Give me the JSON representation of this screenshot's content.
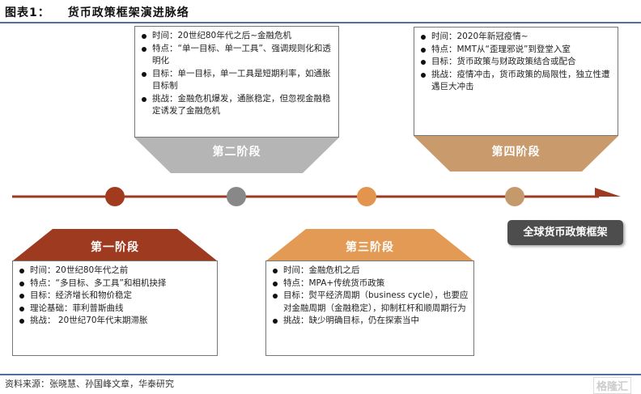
{
  "title": {
    "label": "图表1：",
    "text": "货币政策框架演进脉络"
  },
  "stages": [
    {
      "name": "第一阶段",
      "color": "#9e3a1f",
      "items": [
        "时间：20世纪80年代之前",
        "特点：“多目标、多工具”和相机抉择",
        "目标：经济增长和物价稳定",
        "理论基础：菲利普斯曲线",
        "挑战： 20世纪70年代末期滞胀"
      ]
    },
    {
      "name": "第二阶段",
      "color": "#b5b5b5",
      "items": [
        "时间：20世纪80年代之后~金融危机",
        "特点：“单一目标、单一工具”、强调规则化和透明化",
        "目标：单一目标，单一工具是短期利率，如通胀目标制",
        "挑战：金融危机爆发，通胀稳定，但忽视金融稳定诱发了金融危机"
      ]
    },
    {
      "name": "第三阶段",
      "color": "#e39a55",
      "items": [
        "时间：金融危机之后",
        "特点：MPA+传统货币政策",
        "目标：熨平经济周期（business cycle），也要应对金融周期（金融稳定），抑制杠杆和顺周期行为",
        "挑战：缺少明确目标，仍在探索当中"
      ]
    },
    {
      "name": "第四阶段",
      "color": "#c89a6c",
      "items": [
        "时间：2020年新冠疫情~",
        "特点：MMT从“歪理邪说”到登堂入室",
        "目标：货币政策与财政政策结合或配合",
        "挑战：疫情冲击，货币政策的局限性，独立性遭遇巨大冲击"
      ]
    }
  ],
  "timeline": {
    "line_color": "#9e3a1f",
    "dot_colors": [
      "#a23b1e",
      "#888888",
      "#e3954f",
      "#c49a6c"
    ]
  },
  "framework_label": "全球货币政策框架",
  "source": "资料来源：张晓慧、孙国峰文章，华泰研究",
  "watermark": "格隆汇"
}
